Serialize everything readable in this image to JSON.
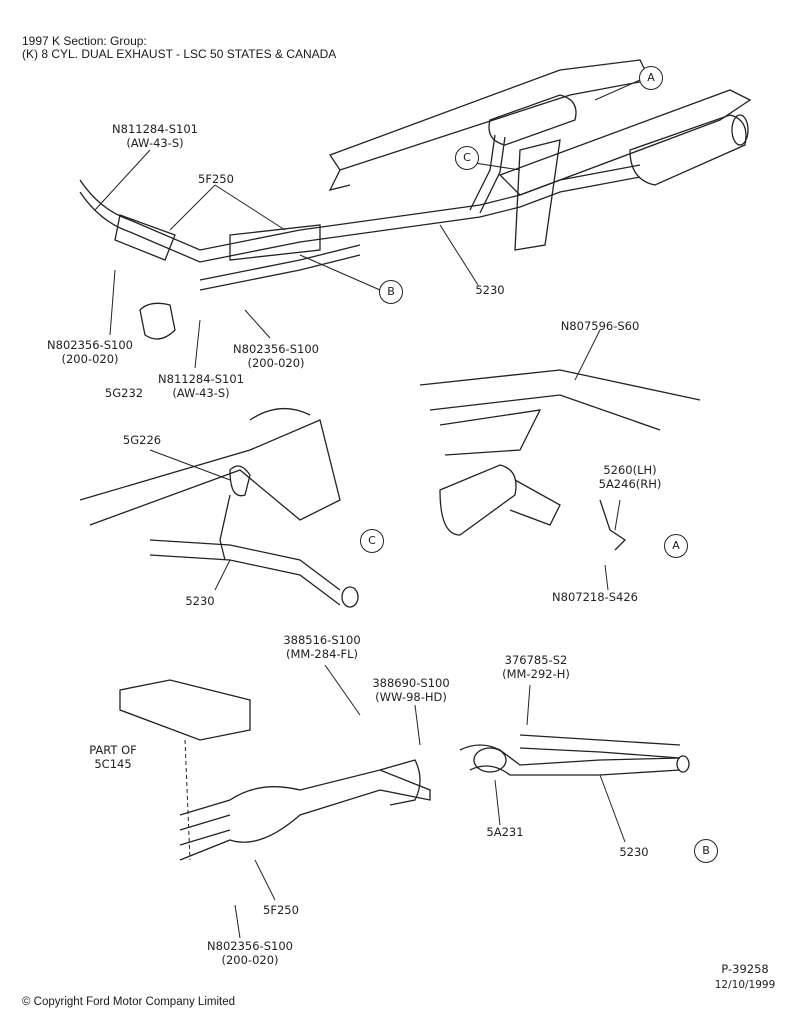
{
  "header": {
    "line1": "1997 K Section: Group:",
    "line2": "(K) 8 CYL. DUAL EXHAUST - LSC 50 STATES & CANADA"
  },
  "callouts": {
    "a": "A",
    "b": "B",
    "c": "C"
  },
  "labels": {
    "top_n811284": [
      "N811284-S101",
      "(AW-43-S)"
    ],
    "top_5f250": "5F250",
    "top_5230": "5230",
    "top_n802356_left": [
      "N802356-S100",
      "(200-020)"
    ],
    "top_5g232": "5G232",
    "top_n811284_lower": [
      "N811284-S101",
      "(AW-43-S)"
    ],
    "top_n802356_right": [
      "N802356-S100",
      "(200-020)"
    ],
    "a_n807596": "N807596-S60",
    "a_5260": [
      "5260(LH)",
      "5A246(RH)"
    ],
    "a_n807218": "N807218-S426",
    "c_5g226": "5G226",
    "c_5230": "5230",
    "b_388516": [
      "388516-S100",
      "(MM-284-FL)"
    ],
    "b_388690": [
      "388690-S100",
      "(WW-98-HD)"
    ],
    "b_376785": [
      "376785-S2",
      "(MM-292-H)"
    ],
    "b_part_of": [
      "PART OF",
      "5C145"
    ],
    "b_5a231": "5A231",
    "b_5230": "5230",
    "b_5f250": "5F250",
    "b_n802356": [
      "N802356-S100",
      "(200-020)"
    ]
  },
  "footer": {
    "part_number": "P-39258",
    "date": "12/10/1999",
    "copyright": "© Copyright Ford Motor Company Limited"
  }
}
